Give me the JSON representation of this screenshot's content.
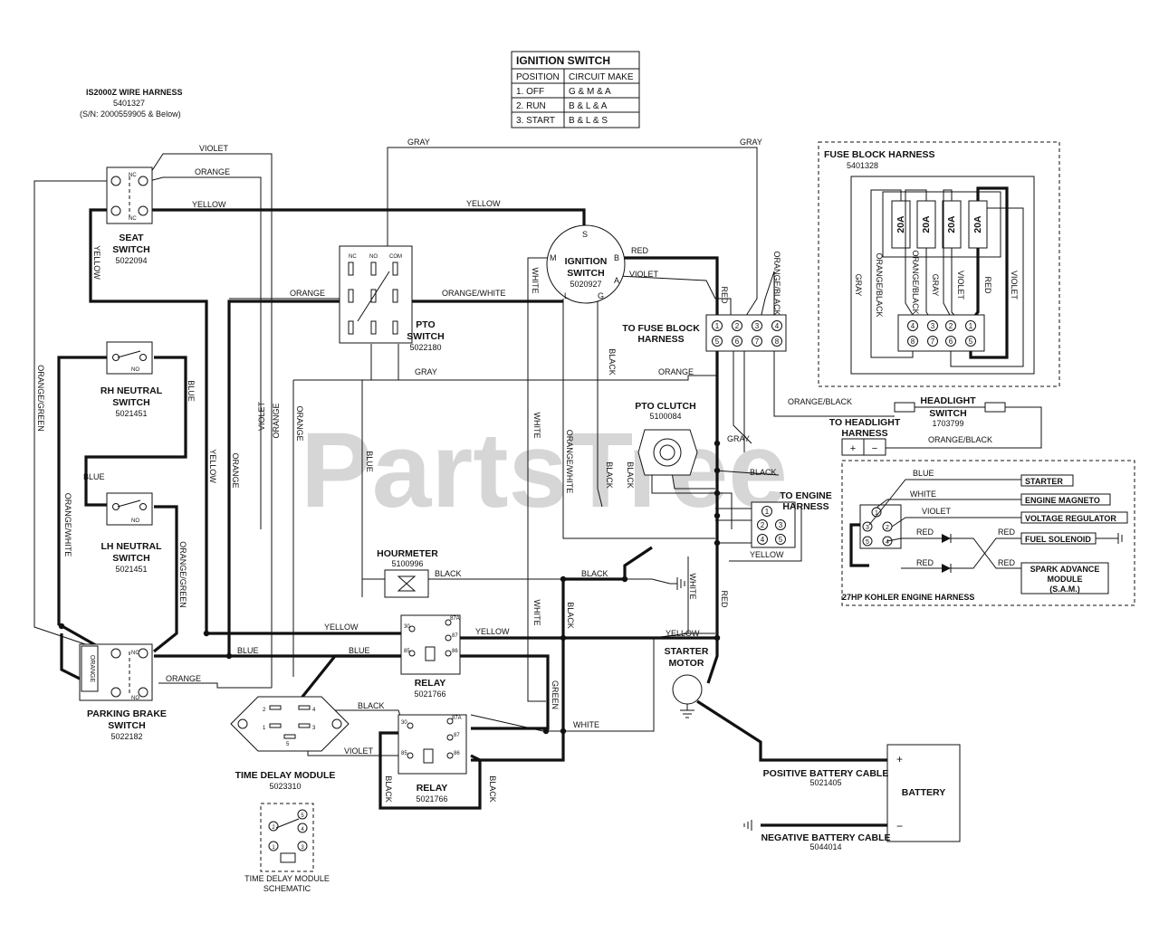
{
  "harness": {
    "title": "IS2000Z WIRE HARNESS",
    "part": "5401327",
    "serial": "(S/N: 2000559905 & Below)"
  },
  "ignition_table": {
    "title": "IGNITION SWITCH",
    "header": [
      "POSITION",
      "CIRCUIT MAKE"
    ],
    "rows": [
      [
        "1. OFF",
        "G & M & A"
      ],
      [
        "2. RUN",
        "B & L & A"
      ],
      [
        "3. START",
        "B & L & S"
      ]
    ]
  },
  "components": {
    "seat_switch": {
      "name": [
        "SEAT",
        "SWITCH"
      ],
      "part": "5022094"
    },
    "rh_neutral": {
      "name": [
        "RH NEUTRAL",
        "SWITCH"
      ],
      "part": "5021451"
    },
    "lh_neutral": {
      "name": [
        "LH NEUTRAL",
        "SWITCH"
      ],
      "part": "5021451"
    },
    "parking_brake": {
      "name": [
        "PARKING BRAKE",
        "SWITCH"
      ],
      "part": "5022182"
    },
    "pto_switch": {
      "name": [
        "PTO",
        "SWITCH"
      ],
      "part": "5022180"
    },
    "ignition_switch": {
      "name": [
        "IGNITION",
        "SWITCH"
      ],
      "part": "5020927"
    },
    "fuse_block": {
      "name": [
        "TO FUSE BLOCK",
        "HARNESS"
      ]
    },
    "pto_clutch": {
      "name": "PTO CLUTCH",
      "part": "5100084"
    },
    "hourmeter": {
      "name": "HOURMETER",
      "part": "5100996"
    },
    "relay_top": {
      "name": "RELAY",
      "part": "5021766"
    },
    "relay_bottom": {
      "name": "RELAY",
      "part": "5021766"
    },
    "time_delay": {
      "name": "TIME DELAY MODULE",
      "part": "5023310"
    },
    "time_delay_schematic": {
      "name": [
        "TIME DELAY MODULE",
        "SCHEMATIC"
      ]
    },
    "starter_motor": {
      "name": [
        "STARTER",
        "MOTOR"
      ]
    },
    "to_engine": {
      "name": [
        "TO ENGINE",
        "HARNESS"
      ]
    },
    "to_headlight": {
      "name": [
        "TO HEADLIGHT",
        "HARNESS"
      ]
    },
    "headlight_switch": {
      "name": [
        "HEADLIGHT",
        "SWITCH"
      ],
      "part": "1703799"
    },
    "battery": {
      "name": "BATTERY"
    },
    "positive_cable": {
      "name": "POSITIVE BATTERY CABLE",
      "part": "5021405"
    },
    "negative_cable": {
      "name": "NEGATIVE BATTERY CABLE",
      "part": "5044014"
    },
    "fuse_harness": {
      "name": "FUSE BLOCK HARNESS",
      "part": "5401328"
    },
    "kohler": {
      "name": "27HP KOHLER ENGINE HARNESS"
    }
  },
  "fuses": [
    "20A",
    "20A",
    "20A",
    "20A"
  ],
  "engine_outputs": [
    "STARTER",
    "ENGINE MAGNETO",
    "VOLTAGE REGULATOR",
    "FUEL SOLENOID",
    "SPARK ADVANCE",
    "MODULE",
    "(S.A.M.)"
  ],
  "wire_colors": {
    "violet": "VIOLET",
    "orange": "ORANGE",
    "yellow": "YELLOW",
    "gray": "GRAY",
    "blue": "BLUE",
    "black": "BLACK",
    "red": "RED",
    "white": "WHITE",
    "green": "GREEN",
    "orange_white": "ORANGE/WHITE",
    "orange_green": "ORANGE/GREEN",
    "orange_black": "ORANGE/BLACK"
  },
  "terminals": {
    "switch_nc": "NC",
    "switch_no": "NO",
    "switch_com": "COM",
    "ign_s": "S",
    "ign_b": "B",
    "ign_a": "A",
    "ign_g": "G",
    "ign_l": "L",
    "ign_m": "M",
    "relay_30": "30",
    "relay_87a": "87A",
    "relay_87": "87",
    "relay_85": "85",
    "relay_86": "86",
    "td_2": "2",
    "td_4": "4",
    "td_1": "1",
    "td_3": "3",
    "td_5": "5",
    "plus": "+",
    "minus": "−",
    "n1": "1",
    "n2": "2",
    "n3": "3",
    "n4": "4",
    "n5": "5",
    "n6": "6",
    "n7": "7",
    "n8": "8"
  },
  "watermark": "PartsTree"
}
